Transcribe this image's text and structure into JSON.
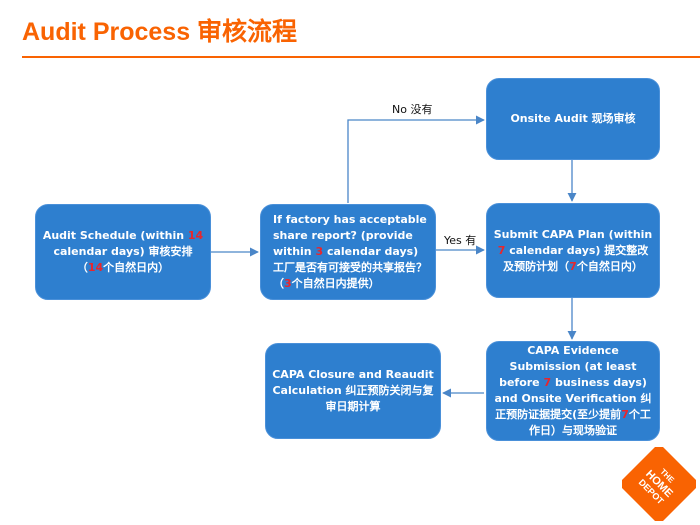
{
  "header": {
    "title": "Audit Process 审核流程"
  },
  "nodes": {
    "schedule": {
      "p1": "Audit Schedule (within ",
      "n1": "14",
      "p2": " calendar  days) 审核安排 （",
      "n2": "14",
      "p3": "个自然日内）"
    },
    "decision": {
      "p1": "If factory has acceptable share report? (provide within ",
      "n1": "3",
      "p2": " calendar days)工厂是否有可接受的共享报告？（",
      "n2": "3",
      "p3": "个自然日内提供）"
    },
    "onsite": {
      "text": "Onsite Audit 现场审核"
    },
    "capa_plan": {
      "p1": "Submit CAPA Plan (within ",
      "n1": "7",
      "p2": " calendar days) 提交整改及预防计划（",
      "n2": "7",
      "p3": "个自然日内）"
    },
    "evidence": {
      "p1": "CAPA Evidence Submission (at least before ",
      "n1": "7",
      "p2": " business days) and Onsite Verification 纠正预防证据提交(至少提前",
      "n2": "7",
      "p3": "个工作日）与现场验证"
    },
    "closure": {
      "text": "CAPA Closure  and Reaudit Calculation 纠正预防关闭与复审日期计算"
    }
  },
  "edges": {
    "no_label": "No 没有",
    "yes_label": "Yes 有"
  },
  "logo": {
    "line1": "THE",
    "line2": "HOME",
    "line3": "DEPOT"
  },
  "colors": {
    "accent": "#f96302",
    "node_fill": "#2e7fcf",
    "highlight": "#e8262d"
  }
}
